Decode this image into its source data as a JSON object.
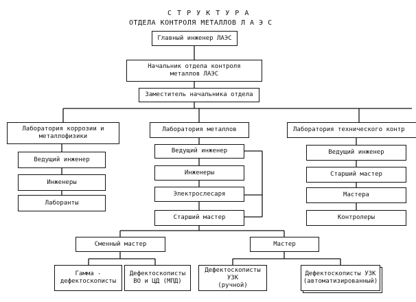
{
  "title": {
    "line1": "С Т Р У К Т У Р А",
    "line2": "ОТДЕЛА  КОНТРОЛЯ  МЕТАЛЛОВ   Л А Э С"
  },
  "nodes": {
    "chief_engineer": "Главный инженер ЛАЭС",
    "dept_head": "Начальник отдела контроля\nметаллов  ЛАЭС",
    "deputy_head": "Заместитель начальника отдела",
    "lab_corrosion": "Лаборатория коррозии и\nметаллофизики",
    "lab_metals": "Лаборатория металлов",
    "lab_tech_control": "Лаборатория технического контр",
    "corr_lead_engineer": "Ведущий инженер",
    "corr_engineers": "Инженеры",
    "corr_lab_assistants": "Лаборанты",
    "met_lead_engineer": "Ведущий инженер",
    "met_engineers": "Инженеры",
    "met_electricians": "Электрослесаря",
    "met_senior_master": "Старший мастер",
    "tech_lead_engineer": "Ведущий инженер",
    "tech_senior_master": "Старший мастер",
    "tech_masters": "Мастера",
    "tech_controllers": "Контролеры",
    "shift_master": "Сменный мастер",
    "master": "Мастер",
    "gamma_defectoscopists": "Гамма -\nдефектоскописты",
    "defect_vo_cd": "Дефектоскописты\nВО и ЦД (МПД)",
    "defect_uzk_manual": "Дефектоскописты УЗК\n(ручной)",
    "defect_uzk_auto": "Дефектоскописты  УЗК\n(автоматизированный)"
  }
}
